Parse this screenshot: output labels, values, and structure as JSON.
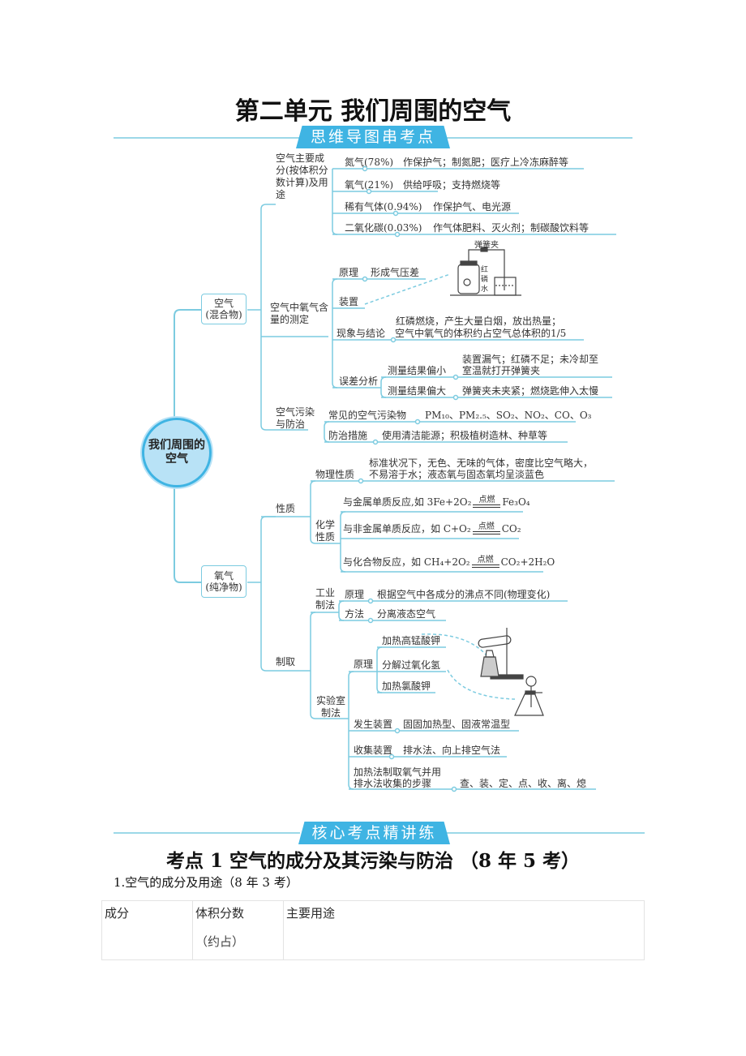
{
  "page_title": "第二单元 我们周围的空气",
  "banner1": "思维导图串考点",
  "banner2": "核心考点精讲练",
  "colors": {
    "accent": "#3fb4e3",
    "line": "#7ccbe0",
    "cloud_fill": "#b8e2f6"
  },
  "mindmap": {
    "center": "我们周围的空气",
    "air": {
      "label": "空气\n(混合物)",
      "composition": {
        "label": "空气主要成分(按体积分数计算)及用途",
        "items": [
          {
            "name": "氮气(78%)",
            "use": "作保护气；制氮肥；医疗上冷冻麻醉等"
          },
          {
            "name": "氧气(21%)",
            "use": "供给呼吸；支持燃烧等"
          },
          {
            "name": "稀有气体(0.94%)",
            "use": "作保护气、电光源"
          },
          {
            "name": "二氧化碳(0.03%)",
            "use": "作气体肥料、灭火剂；制碳酸饮料等"
          }
        ]
      },
      "oxygen_measure": {
        "label": "空气中氧气含量的测定",
        "principle_label": "原理",
        "principle": "形成气压差",
        "device_label": "装置",
        "device_tags": {
          "clamp": "弹簧夹",
          "p1": "红",
          "p2": "磷",
          "water": "水"
        },
        "phenomenon_label": "现象与结论",
        "phenomenon_1": "红磷燃烧，产生大量白烟，放出热量；",
        "phenomenon_2": "空气中氧气的体积约占空气总体积的1/5",
        "error_label": "误差分析",
        "low_label": "测量结果偏小",
        "low_1": "装置漏气；红磷不足；未冷却至",
        "low_2": "室温就打开弹簧夹",
        "high_label": "测量结果偏大",
        "high": "弹簧夹未夹紧；燃烧匙伸入太慢"
      },
      "pollution": {
        "label": "空气污染与防治",
        "pollutants_label": "常见的空气污染物",
        "pollutants": "PM₁₀、PM₂.₅、SO₂、NO₂、CO、O₃",
        "measures_label": "防治措施",
        "measures": "使用清洁能源；积极植树造林、种草等"
      }
    },
    "oxygen": {
      "label": "氧气\n(纯净物)",
      "properties": {
        "label": "性质",
        "physical_label": "物理性质",
        "physical_1": "标准状况下，无色、无味的气体，密度比空气略大，",
        "physical_2": "不易溶于水；液态氧与固态氧均呈淡蓝色",
        "chemical_label": "化学性质",
        "condition": "点燃",
        "reactions": [
          {
            "text": "与金属单质反应,如 3Fe+2O₂",
            "product": "Fe₃O₄"
          },
          {
            "text": "与非金属单质反应，如 C+O₂",
            "product": "CO₂"
          },
          {
            "text": "与化合物反应，如 CH₄+2O₂",
            "product": "CO₂+2H₂O"
          }
        ]
      },
      "preparation": {
        "label": "制取",
        "industrial_label": "工业制法",
        "ind_principle_label": "原理",
        "ind_principle": "根据空气中各成分的沸点不同(物理变化)",
        "ind_method_label": "方法",
        "ind_method": "分离液态空气",
        "lab_label": "实验室制法",
        "lab_principle_label": "原理",
        "lab_principles": [
          "加热高锰酸钾",
          "分解过氧化氢",
          "加热氯酸钾"
        ],
        "generator_label": "发生装置",
        "generator": "固固加热型、固液常温型",
        "collector_label": "收集装置",
        "collector": "排水法、向上排空气法",
        "steps_label_1": "加热法制取氧气并用",
        "steps_label_2": "排水法收集的步骤",
        "steps": "查、装、定、点、收、离、熄"
      }
    }
  },
  "section_heading": "考点 1 空气的成分及其污染与防治 （8 年 5 考）",
  "subsection": "1.空气的成分及用途（8 年 3 考）",
  "table": {
    "headers": [
      "成分",
      "体积分数",
      "主要用途"
    ],
    "header_note": "（约占）"
  }
}
